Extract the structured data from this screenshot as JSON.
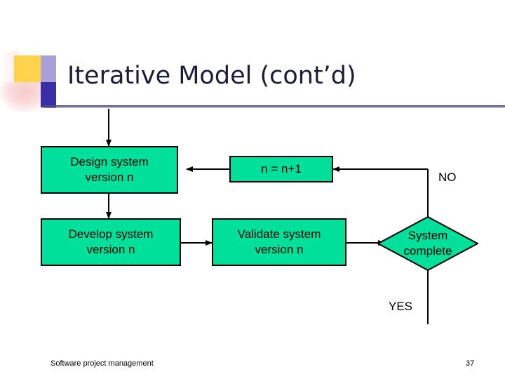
{
  "slide": {
    "title": "Iterative Model (cont’d)",
    "footer_text": "Software project management",
    "slide_number": "37"
  },
  "colors": {
    "box_fill": "#00e09b",
    "box_border": "#000000",
    "title_text": "#1b1b3a",
    "rule": "#4b4b8f",
    "logo_yellow": "#ffd34d",
    "logo_violet": "#9a8fd0",
    "logo_blue": "#3b2fa8"
  },
  "diagram": {
    "type": "flowchart",
    "nodes": [
      {
        "id": "design",
        "shape": "rect",
        "label": "Design system\nversion n"
      },
      {
        "id": "increment",
        "shape": "rect",
        "label": "n = n+1"
      },
      {
        "id": "develop",
        "shape": "rect",
        "label": "Develop system\nversion n"
      },
      {
        "id": "validate",
        "shape": "rect",
        "label": "Validate system\nversion n"
      },
      {
        "id": "complete",
        "shape": "diamond",
        "label": "System\ncomplete"
      }
    ],
    "edge_labels": [
      {
        "id": "no",
        "text": "NO"
      },
      {
        "id": "yes",
        "text": "YES"
      }
    ]
  }
}
